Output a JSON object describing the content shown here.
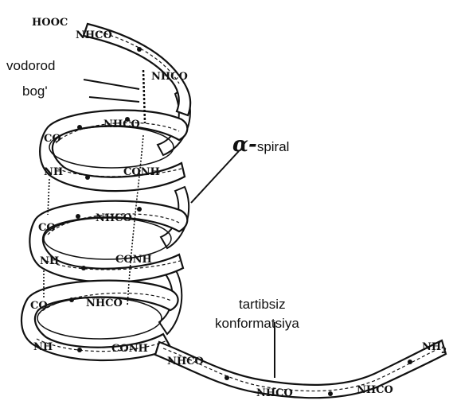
{
  "labels": {
    "hydrogen_bond_line1": "vodorod",
    "hydrogen_bond_line2": "bog'",
    "alpha_symbol": "α-",
    "alpha_word": "spiral",
    "random_line1": "tartibsiz",
    "random_line2": "konformatsiya"
  },
  "groups": {
    "hooc": "HOOC",
    "nhco_top1": "NHCO",
    "nhco_top2": "NHCO",
    "nhco_turn1": "NHCO",
    "co_turn1": "CO",
    "nh_turn1": "NH",
    "conh_turn1": "CONH",
    "co_turn2": "CO",
    "nhco_turn2": "NHCO",
    "nh_turn2": "NH",
    "conh_turn2": "CONH",
    "co_turn3": "CO",
    "nhco_turn3": "NHCO",
    "nh_turn3": "NH",
    "conh_turn3": "CONH",
    "nhco_tail1": "NHCO",
    "nhco_tail2": "NHCO",
    "nhco_tail3": "NHCO",
    "nh2": "NH",
    "nh2_sub": "2"
  }
}
